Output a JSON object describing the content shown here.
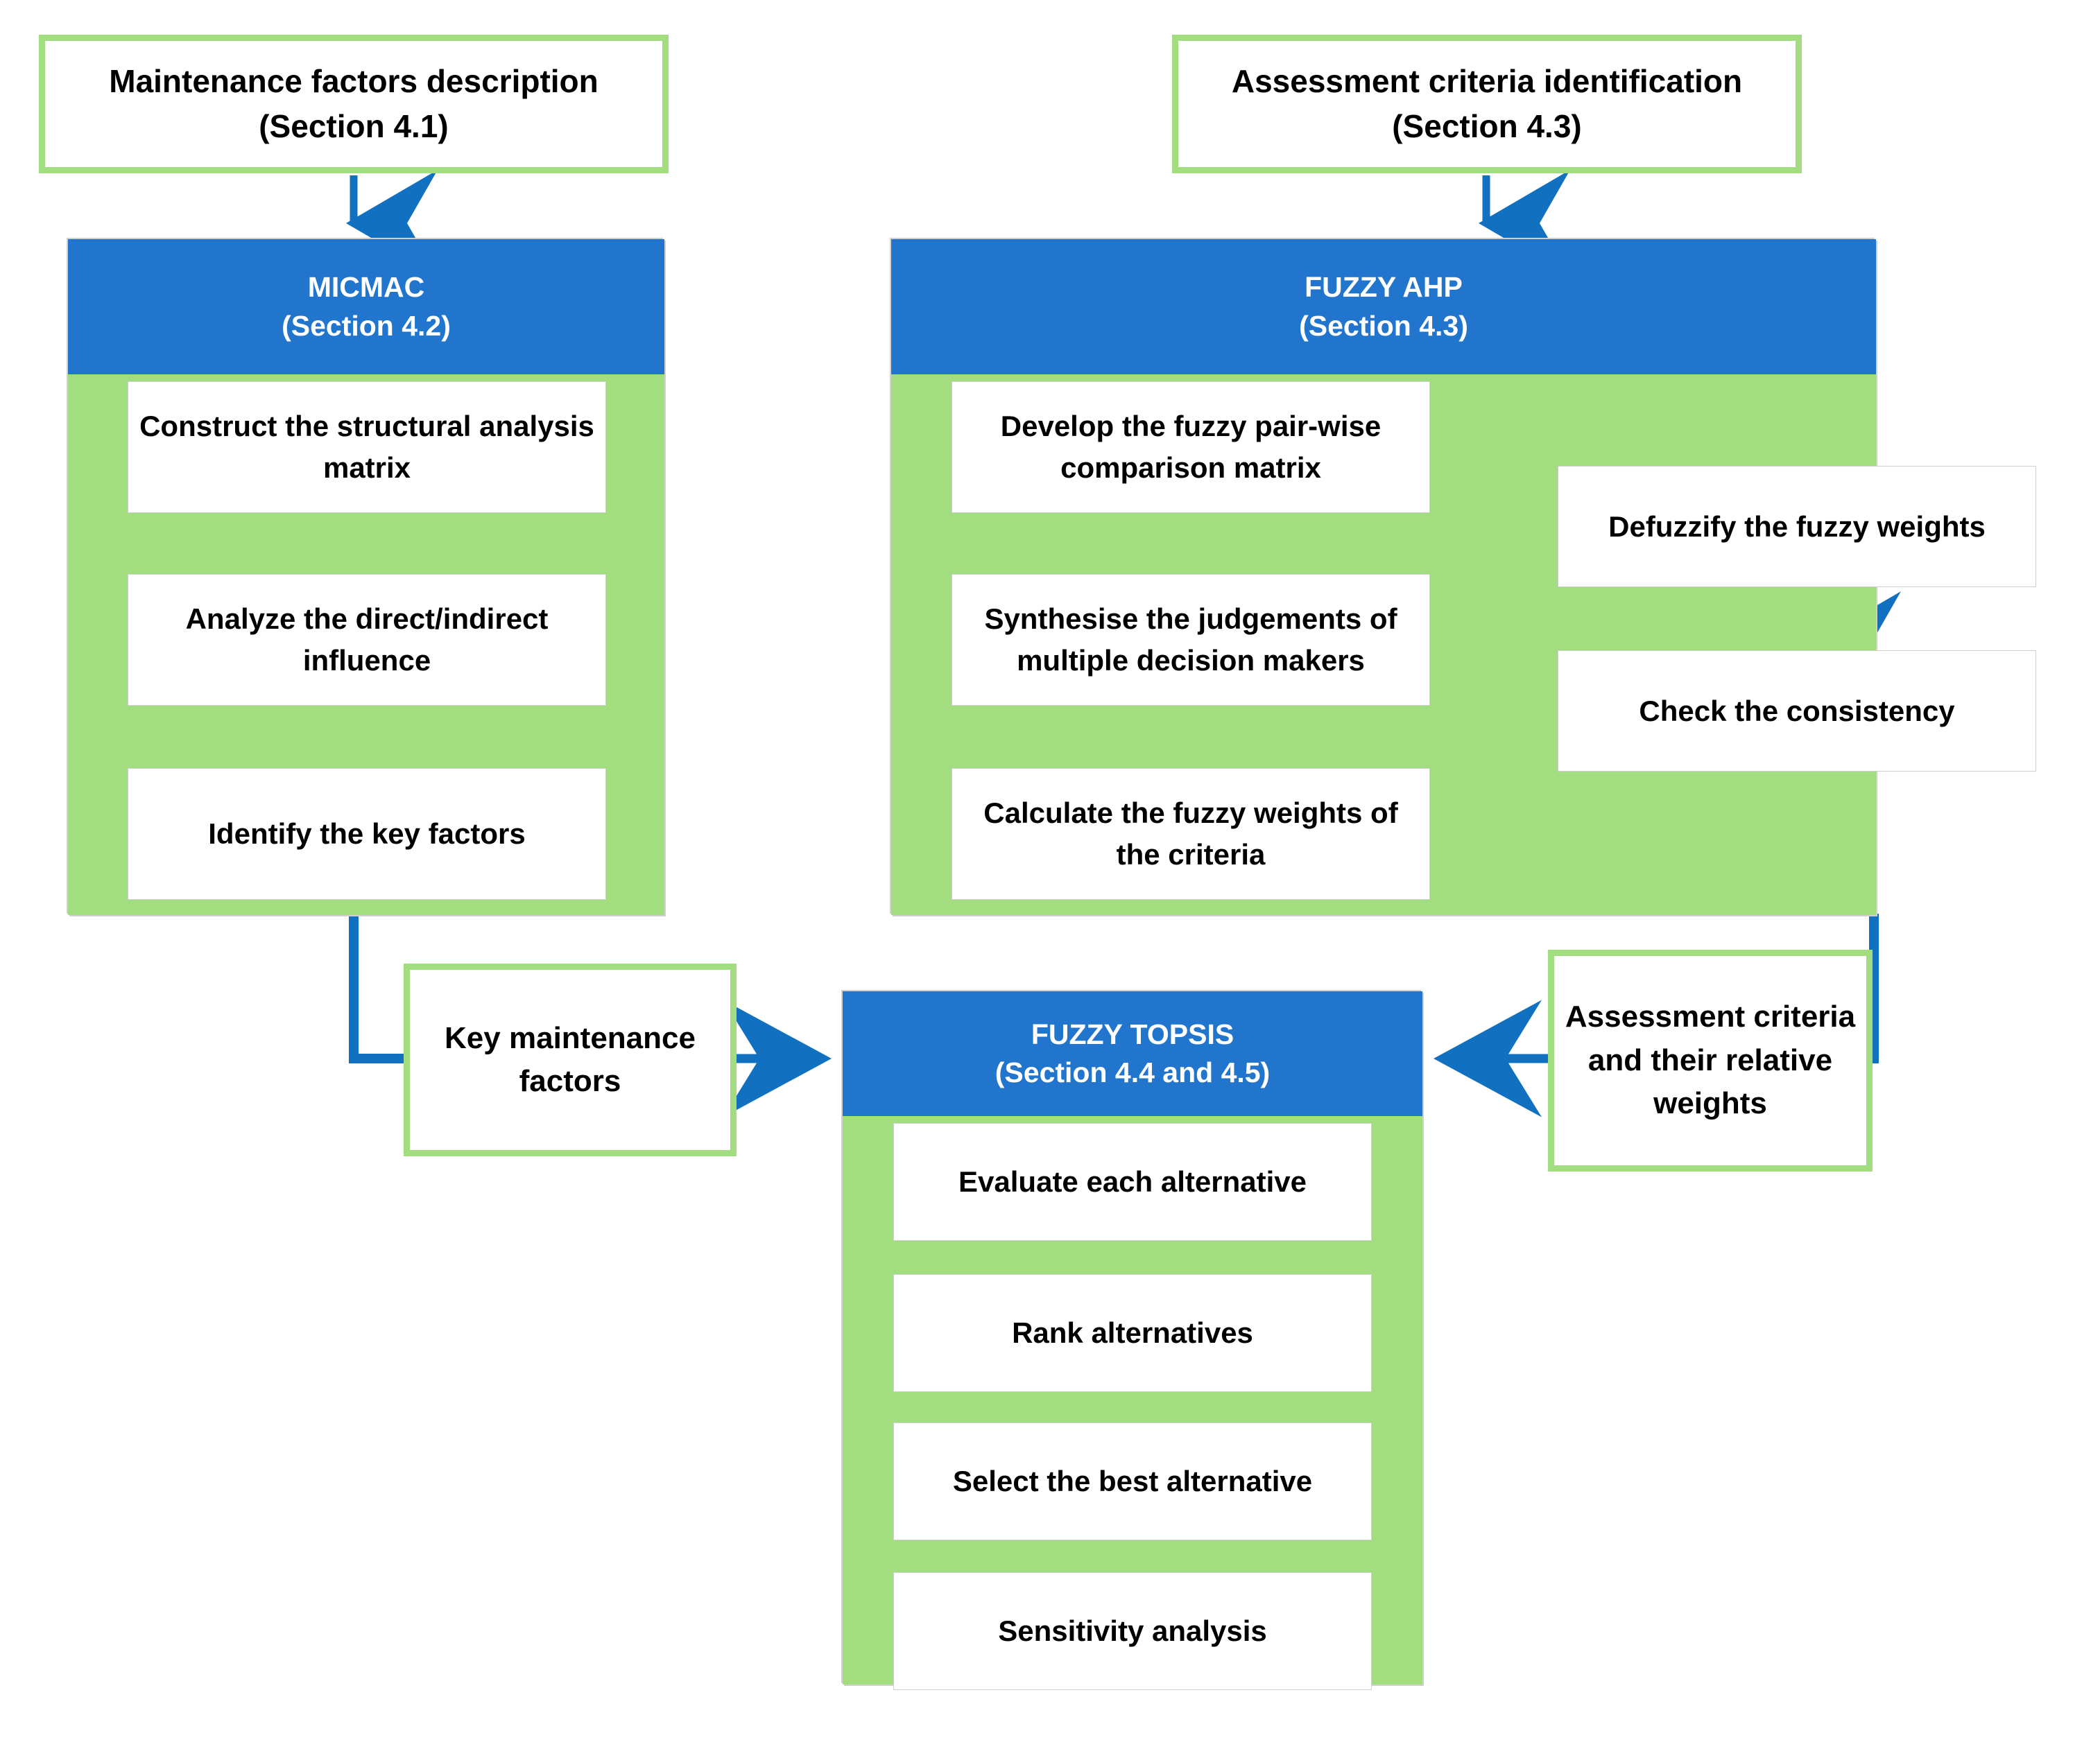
{
  "diagram": {
    "title_colors": {
      "header_blue": "#2175CC",
      "panel_green": "#A2DD80",
      "arrow_blue": "#1270C0",
      "box_white": "#FFFFFF",
      "border_gray": "#CFCFCF",
      "text_black": "#000000",
      "header_text": "#FFFFFF"
    },
    "inputs": {
      "maintenance_factors": {
        "line1": "Maintenance factors description",
        "line2": "(Section 4.1)"
      },
      "assessment_criteria": {
        "line1": "Assessment criteria identification",
        "line2": "(Section 4.3)"
      }
    },
    "groups": [
      {
        "id": "micmac",
        "header_line1": "MICMAC",
        "header_line2": "(Section 4.2)",
        "steps": [
          "Construct the structural analysis matrix",
          "Analyze the direct/indirect influence",
          "Identify the key factors"
        ]
      },
      {
        "id": "fuzzy-ahp",
        "header_line1": "FUZZY AHP",
        "header_line2": "(Section 4.3)",
        "steps_left": [
          "Develop the fuzzy pair-wise comparison matrix",
          "Synthesise the judgements of multiple decision makers",
          "Calculate the fuzzy weights of the criteria"
        ],
        "steps_right": [
          "Defuzzify the fuzzy weights",
          "Check the consistency"
        ]
      },
      {
        "id": "fuzzy-topsis",
        "header_line1": "FUZZY TOPSIS",
        "header_line2": "(Section 4.4 and 4.5)",
        "steps": [
          "Evaluate each alternative",
          "Rank alternatives",
          "Select the best alternative",
          "Sensitivity analysis"
        ]
      }
    ],
    "connector_labels": {
      "key_factors": "Key maintenance factors",
      "criteria_weights": "Assessment criteria and their relative weights"
    }
  }
}
